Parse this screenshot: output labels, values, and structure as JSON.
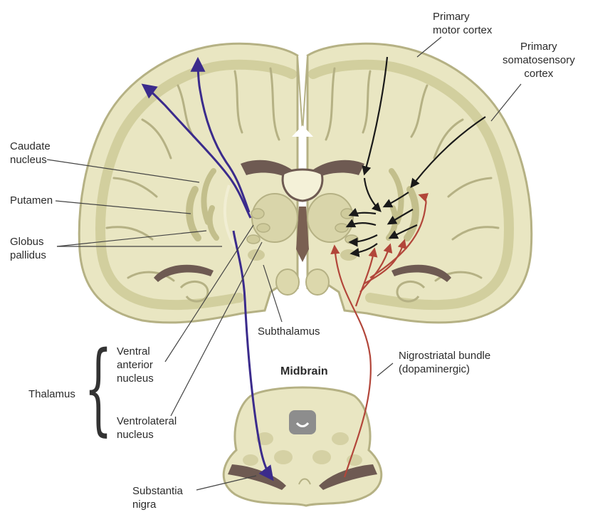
{
  "labels": {
    "primary_motor_cortex": [
      "Primary",
      "motor cortex"
    ],
    "primary_somatosensory_cortex": [
      "Primary",
      "somatosensory",
      "cortex"
    ],
    "caudate_nucleus": [
      "Caudate",
      "nucleus"
    ],
    "putamen": "Putamen",
    "globus_pallidus": [
      "Globus",
      "pallidus"
    ],
    "subthalamus": "Subthalamus",
    "midbrain": "Midbrain",
    "nigrostriatal_bundle": [
      "Nigrostriatal bundle",
      "(dopaminergic)"
    ],
    "ventral_anterior_nucleus": [
      "Ventral",
      "anterior",
      "nucleus"
    ],
    "thalamus": "Thalamus",
    "ventrolateral_nucleus": [
      "Ventrolateral",
      "nucleus"
    ],
    "substantia_nigra": [
      "Substantia",
      "nigra"
    ]
  },
  "colors": {
    "brain_tissue": "#e9e6c2",
    "brain_edge": "#b5b184",
    "pathway_purple": "#3b2b8c",
    "pathway_red": "#b2463a",
    "pathway_black": "#1a1a1a",
    "dark_structure": "#6e5a52",
    "gray_matter": "#cfcfa0",
    "aqueduct": "#8d8d8d"
  }
}
